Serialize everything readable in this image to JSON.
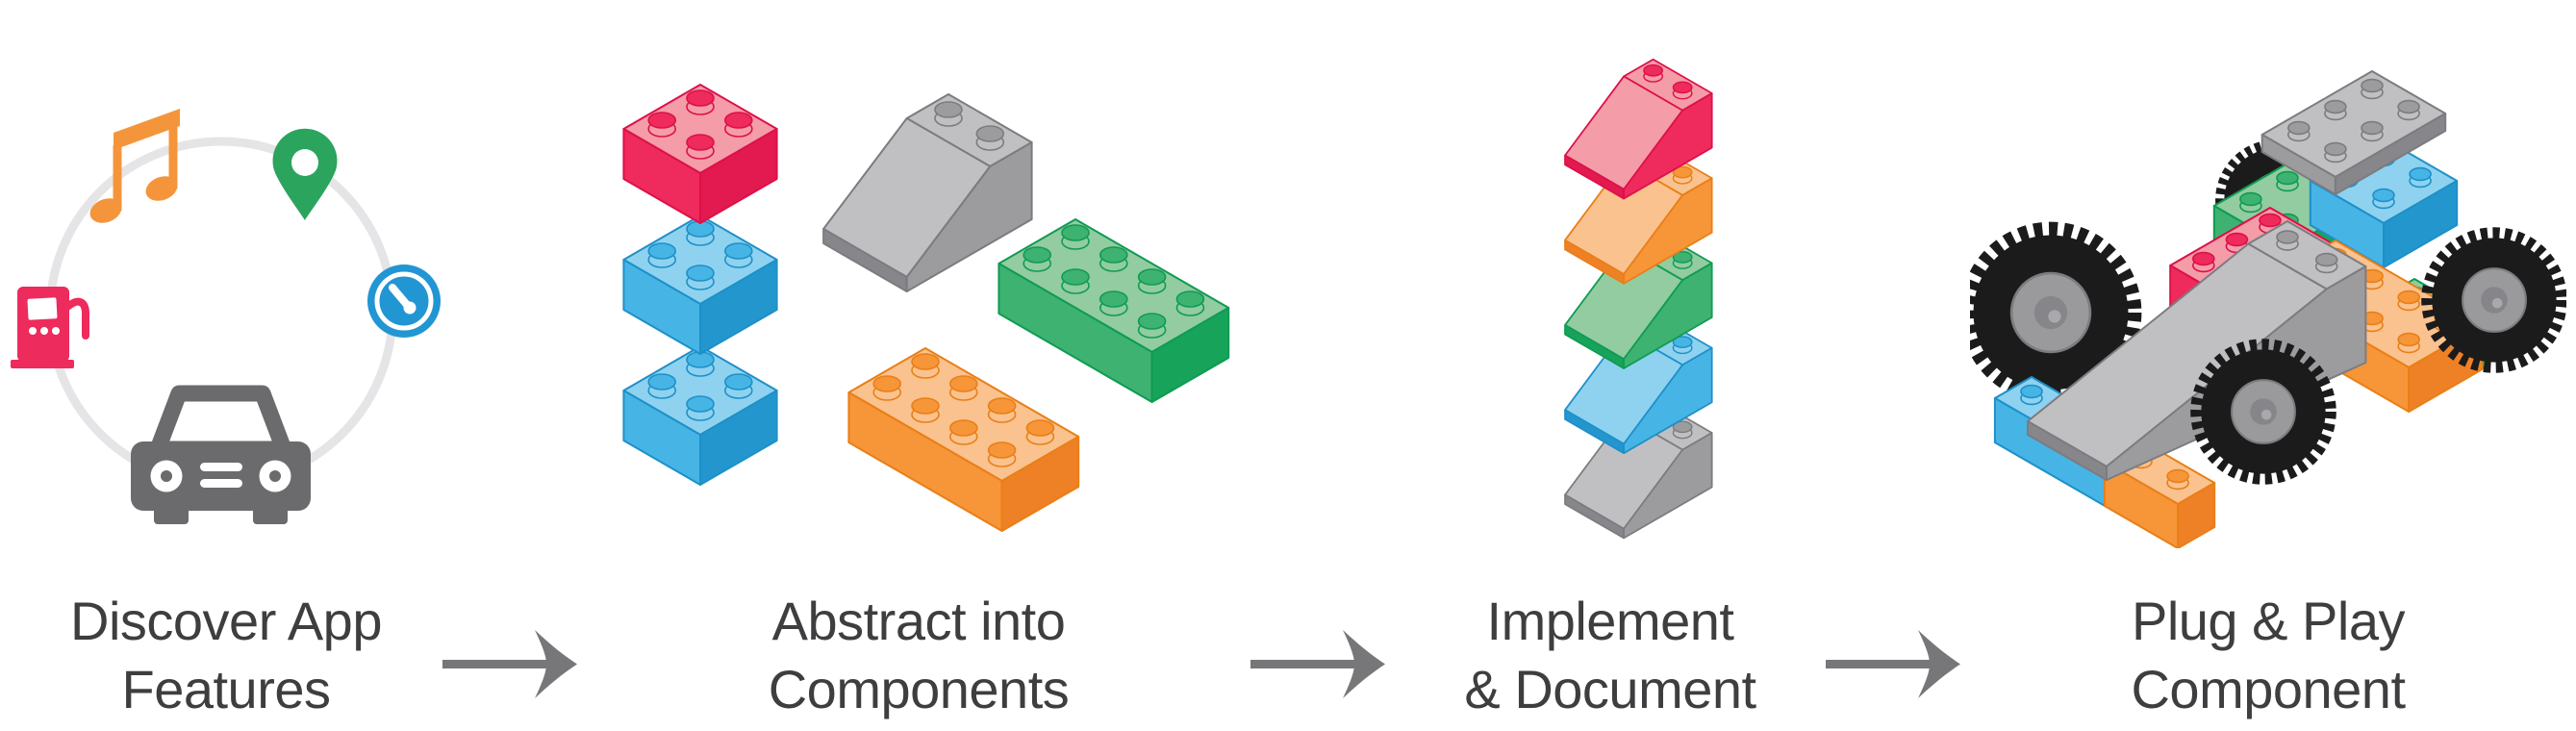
{
  "diagram": {
    "title_hidden": "",
    "stages": [
      {
        "name": "discover-app-features",
        "label_lines": [
          "Discover App",
          "Features"
        ],
        "icons": [
          "music-note",
          "location-pin",
          "fuel-pump",
          "gauge",
          "car"
        ]
      },
      {
        "name": "abstract-into-components",
        "label_lines": [
          "Abstract into",
          "Components"
        ],
        "bricks": [
          {
            "type": "brick-2x2",
            "color": "red"
          },
          {
            "type": "brick-2x2",
            "color": "blue"
          },
          {
            "type": "brick-2x2",
            "color": "blue"
          },
          {
            "type": "slope-2x3",
            "color": "gray"
          },
          {
            "type": "brick-2x4",
            "color": "green"
          },
          {
            "type": "brick-2x4",
            "color": "orange"
          }
        ]
      },
      {
        "name": "implement-and-document",
        "label_lines": [
          "Implement",
          "& Document"
        ],
        "bricks": [
          {
            "type": "slope-2x3",
            "color": "red"
          },
          {
            "type": "slope-2x3",
            "color": "orange"
          },
          {
            "type": "slope-2x3",
            "color": "green"
          },
          {
            "type": "slope-2x3",
            "color": "blue"
          },
          {
            "type": "slope-2x3",
            "color": "gray"
          }
        ]
      },
      {
        "name": "plug-and-play-component",
        "label_lines": [
          "Plug & Play",
          "Component"
        ],
        "bricks": "assembled-lego-car-with-gear-wheels"
      }
    ],
    "arrow_count": 3
  },
  "palette": {
    "red-light": "#F49CA7",
    "red-mid": "#EE2B5C",
    "red-dark": "#E21A50",
    "red-line": "#DD104A",
    "blue-light": "#8ED2F0",
    "blue-mid": "#47B4E6",
    "blue-dark": "#2496CE",
    "blue-line": "#1E90C8",
    "green-light": "#92CCA0",
    "green-mid": "#3EB271",
    "green-dark": "#17A45A",
    "green-line": "#0F9B53",
    "orange-light": "#FAC28E",
    "orange-mid": "#F79539",
    "orange-dark": "#EE8126",
    "orange-line": "#E97F16",
    "gray-light": "#C0C0C2",
    "gray-mid": "#9C9C9F",
    "gray-dark": "#87878B",
    "gray-line": "#7C7C80",
    "ring": "#E5E5E7",
    "icon-music": "#F5953B",
    "icon-pin": "#2BA45D",
    "icon-fuel": "#ED2B5C",
    "icon-gauge": "#2196D3",
    "icon-car": "#6B6B6E",
    "tire": "#1B1B1B",
    "hub": "#9A9A9C",
    "hub-inner": "#86868A",
    "hub-dot": "#A9A9AC",
    "text": "#3E3E40",
    "arrow": "#77777A",
    "bg": "#FFFFFF"
  }
}
